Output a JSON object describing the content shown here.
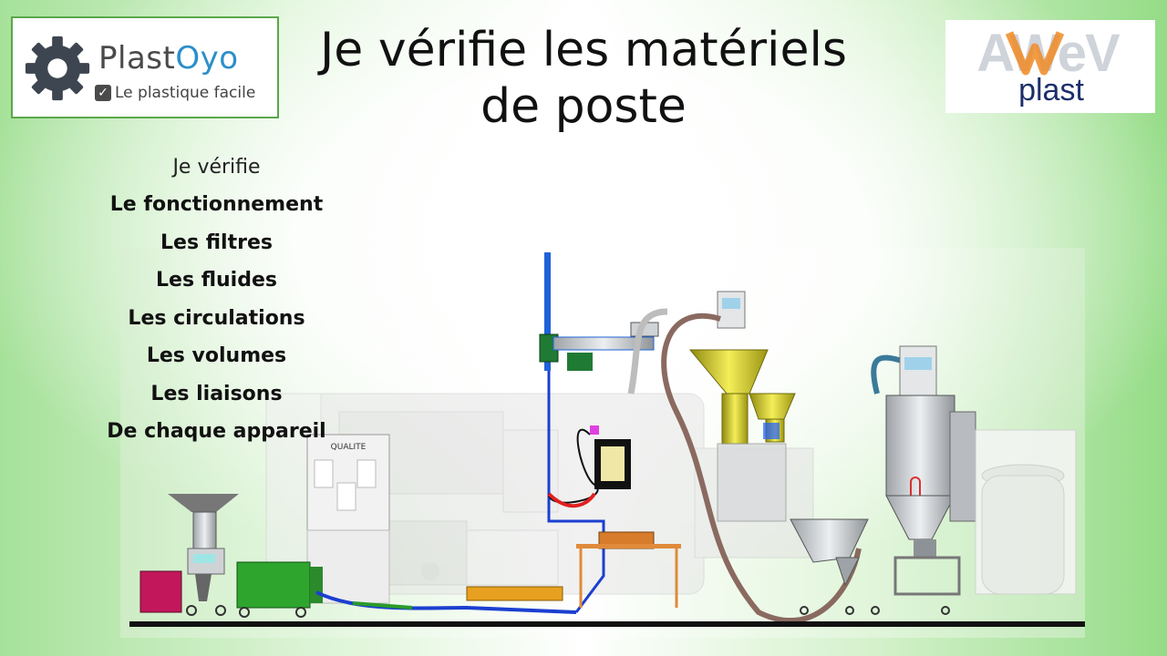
{
  "logo_left": {
    "brand_part1": "Plast",
    "brand_part2": "Oyo",
    "tagline": "Le plastique facile",
    "check_glyph": "✓",
    "icon": "gear-icon",
    "border_color": "#5aa84a",
    "accent_color": "#2b8fc9"
  },
  "logo_right": {
    "brand_top": "AWeV",
    "brand_bottom": "plast",
    "colors": {
      "orange": "#f08a24",
      "navy": "#1c2f6b",
      "grey": "#cfd3da"
    }
  },
  "title": {
    "line1": "Je vérifie les matériels",
    "line2": "de poste"
  },
  "checklist": {
    "intro": "Je vérifie",
    "items": [
      "Le fonctionnement",
      "Les filtres",
      "Les fluides",
      "Les circulations",
      "Les volumes",
      "Les liaisons",
      "De chaque appareil"
    ]
  },
  "illustration": {
    "quality_label": "QUALITE",
    "background_color": "#eef8eb"
  }
}
